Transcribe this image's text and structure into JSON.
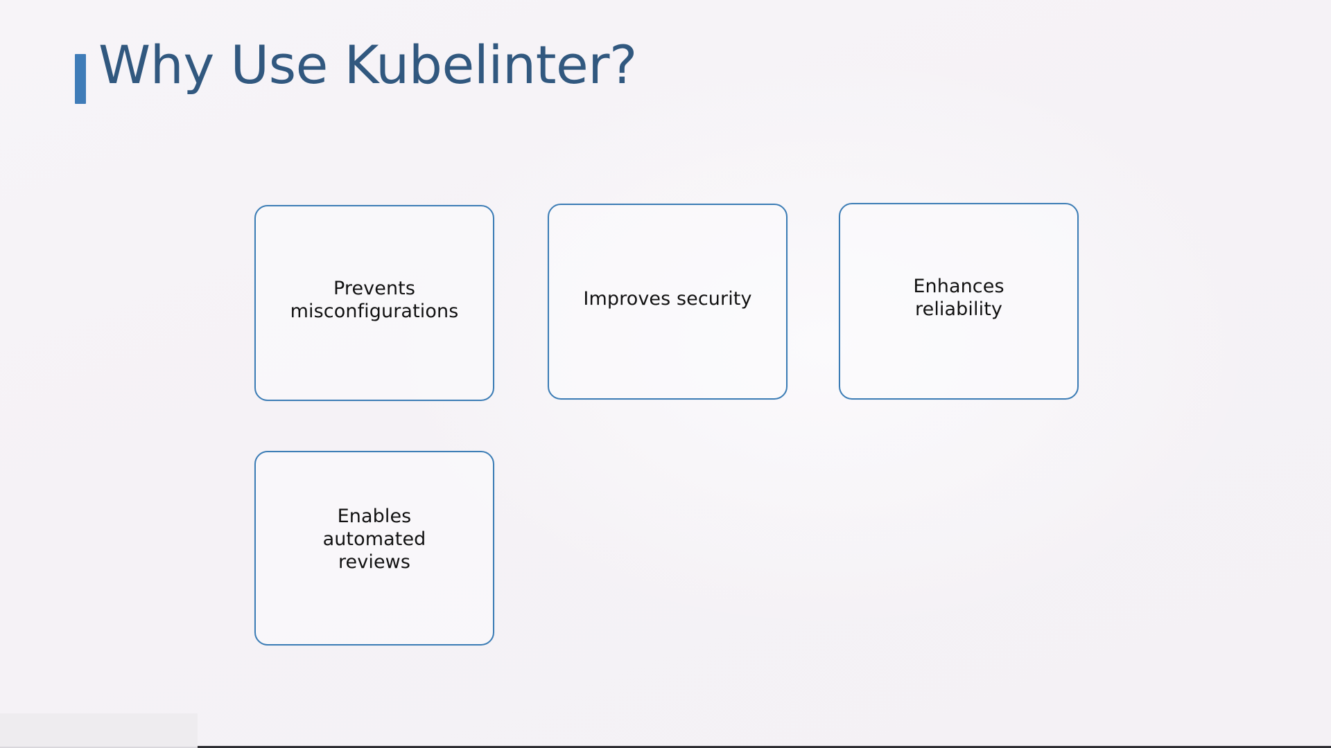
{
  "slide": {
    "title": "Why Use Kubelinter?",
    "accent_color": "#3f7cb8",
    "title_color": "#31587f",
    "background_color": "#f6f3f7",
    "card_border_color": "#3b7cb5",
    "card_text_color": "#111111"
  },
  "cards": [
    {
      "id": "prevents-misconfigurations",
      "label": "Prevents\nmisconfigurations"
    },
    {
      "id": "improves-security",
      "label": "Improves security"
    },
    {
      "id": "enhances-reliability",
      "label": "Enhances\nreliability"
    },
    {
      "id": "enables-automated-reviews",
      "label": "Enables\nautomated\nreviews"
    }
  ]
}
